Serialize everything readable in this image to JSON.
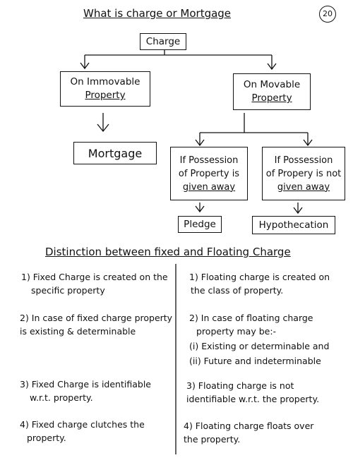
{
  "page": {
    "title": "What is charge or Mortgage",
    "page_number": "20"
  },
  "diagram": {
    "charge": "Charge",
    "immovable": [
      "On Immovable",
      "Property"
    ],
    "movable": [
      "On Movable",
      "Property"
    ],
    "mortgage": "Mortgage",
    "possession_given": [
      "If Possession",
      "of Property is",
      "given away"
    ],
    "possession_not_given": [
      "If Possession",
      "of Propery is not",
      "given away"
    ],
    "pledge": "Pledge",
    "hypothecation": "Hypothecation"
  },
  "distinction": {
    "heading": "Distinction between fixed and Floating Charge",
    "fixed": [
      [
        "1) Fixed Charge is created on the",
        "specific property"
      ],
      [
        "2) In case of fixed charge property",
        "is existing & determinable"
      ],
      [
        "3) Fixed Charge is identifiable",
        "w.r.t. property."
      ],
      [
        "4) Fixed charge clutches the",
        "property."
      ]
    ],
    "floating": [
      [
        "1) Floating charge is created on",
        "the class of property."
      ],
      [
        "2) In case of floating charge",
        "property may be:-",
        "(i) Existing or determinable and",
        "(ii) Future and indeterminable"
      ],
      [
        "3) Floating charge is not",
        "identifiable w.r.t. the property."
      ],
      [
        "4) Floating charge floats over",
        "the property."
      ]
    ]
  }
}
